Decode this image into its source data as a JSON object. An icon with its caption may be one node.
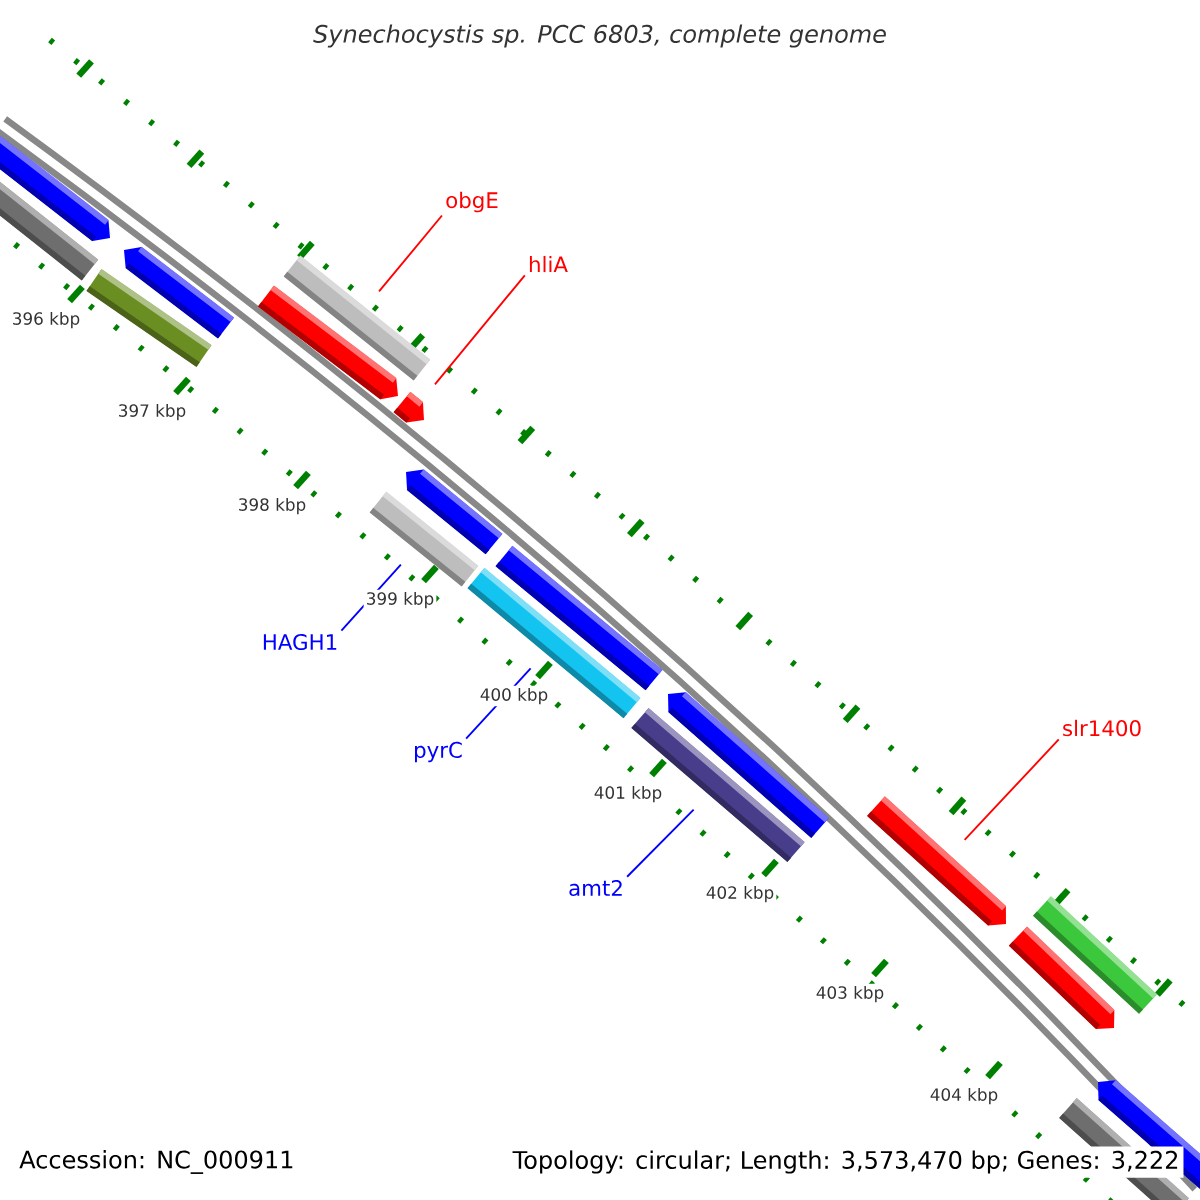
{
  "diagram": {
    "title": "Synechocystis sp. PCC 6803, complete genome",
    "nodes": [
      {
        "text": [
          "obgE"
        ]
      },
      {
        "text": [],
        "shape": "bar"
      },
      {
        "text": [
          "hliA"
        ]
      },
      {
        "text": [],
        "shape": "bar"
      },
      {
        "text": [
          "HAGH1"
        ]
      },
      {
        "text": [],
        "shape": "bar"
      },
      {
        "text": [
          "pyrC"
        ]
      },
      {
        "text": [],
        "shape": "bar"
      },
      {
        "text": [
          "amt2"
        ]
      },
      {
        "text": [],
        "shape": "bar"
      },
      {
        "text": [
          "slr1400"
        ]
      },
      {
        "text": [],
        "shape": "bar"
      }
    ],
    "edges": [
      {
        "from": 0,
        "to": 1,
        "arrow": "none",
        "color": "#ff0000"
      },
      {
        "from": 2,
        "to": 3,
        "arrow": "none",
        "color": "#ff0000"
      },
      {
        "from": 4,
        "to": 5,
        "arrow": "none",
        "color": "#0000ff"
      },
      {
        "from": 6,
        "to": 7,
        "arrow": "none",
        "color": "#0000ff"
      },
      {
        "from": 8,
        "to": 9,
        "arrow": "none",
        "color": "#0000ff"
      },
      {
        "from": 10,
        "to": 11,
        "arrow": "none",
        "color": "#ff0000"
      }
    ],
    "labels": [
      "396 kbp",
      "397 kbp",
      "398 kbp",
      "399 kbp",
      "400 kbp",
      "401 kbp",
      "402 kbp",
      "403 kbp",
      "404 kbp",
      "Accession: NC_000911",
      "Topology: circular; Length: 3,573,470 bp; Genes: 3,222"
    ]
  }
}
